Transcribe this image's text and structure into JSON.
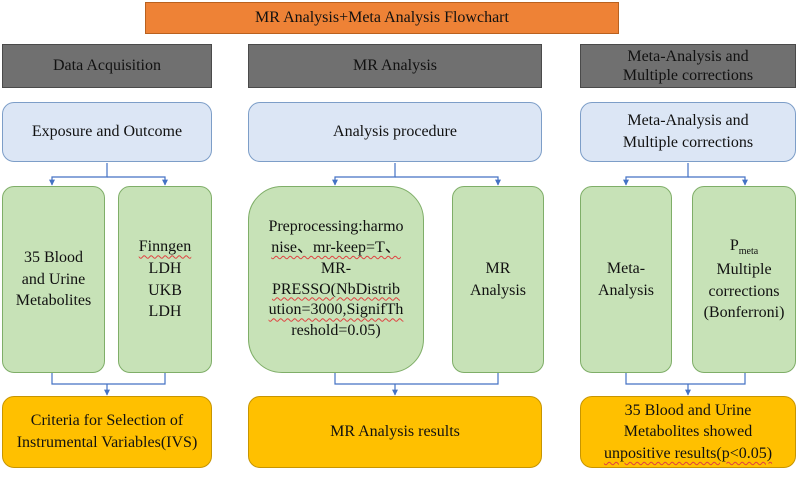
{
  "title": "MR Analysis+Meta Analysis Flowchart",
  "headers": {
    "col1": "Data Acquisition",
    "col2": "MR Analysis",
    "col3_l1": "Meta-Analysis and",
    "col3_l2": "Multiple corrections"
  },
  "blue": {
    "col1": "Exposure and Outcome",
    "col2": "Analysis procedure",
    "col3_l1": "Meta-Analysis and",
    "col3_l2": "Multiple corrections"
  },
  "green": {
    "c1a_l1": "35 Blood",
    "c1a_l2": "and Urine",
    "c1a_l3": "Metabolites",
    "c1b_l1": "Finngen",
    "c1b_l2": "LDH",
    "c1b_l3": "UKB",
    "c1b_l4": "LDH",
    "c2a_l1": "Preprocessing:harmo",
    "c2a_l2": "nise、mr-keep=T、",
    "c2a_l3": "MR-",
    "c2a_l4": "PRESSO(NbDistrib",
    "c2a_l5": "ution=3000,SignifTh",
    "c2a_l6": "reshold=0.05)",
    "c2b_l1": "MR",
    "c2b_l2": "Analysis",
    "c3a_l1": "Meta-",
    "c3a_l2": "Analysis",
    "c3b_p": "P",
    "c3b_sub": "meta",
    "c3b_l2": "Multiple",
    "c3b_l3": "corrections",
    "c3b_l4": "(Bonferroni)"
  },
  "results": {
    "col1_l1": "Criteria for Selection of",
    "col1_l2": "Instrumental Variables(IVS)",
    "col2": "MR Analysis results",
    "col3_l1": "35 Blood and Urine",
    "col3_l2": "Metabolites showed",
    "col3_l3": "unpositive results(p<0.05)"
  },
  "colors": {
    "title_bg": "#ee8236",
    "header_bg": "#707070",
    "blue_bg": "#dce6f5",
    "green_bg": "#c7e2b7",
    "gold_bg": "#ffc000",
    "arrow": "#4472c4"
  }
}
